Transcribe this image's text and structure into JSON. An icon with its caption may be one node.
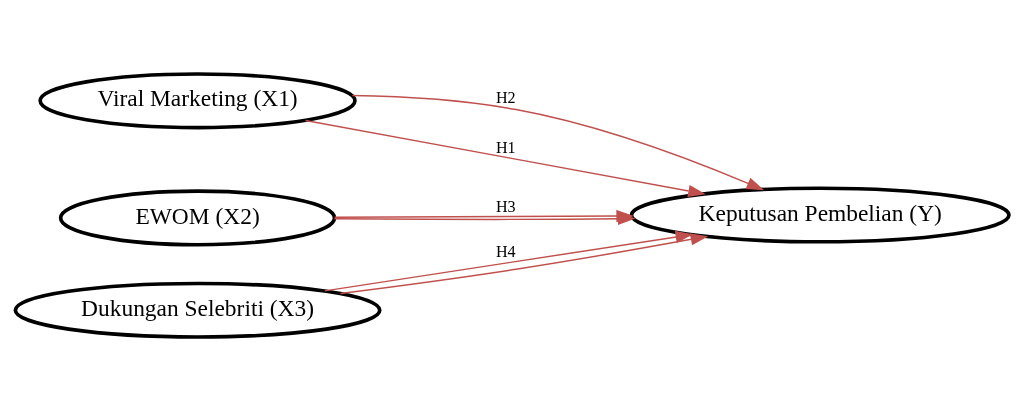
{
  "diagram": {
    "nodes": [
      {
        "text": [
          "Viral Marketing (X1)"
        ]
      },
      {
        "text": [
          "EWOM (X2)"
        ]
      },
      {
        "text": [
          "Dukungan Selebriti (X3)"
        ]
      },
      {
        "text": [
          "Keputusan Pembelian (Y)"
        ]
      }
    ],
    "edges": [
      {
        "from": 0,
        "to": 3,
        "arrow": "to",
        "label": "H2"
      },
      {
        "from": 1,
        "to": 3,
        "arrow": "to",
        "label": "H3"
      },
      {
        "from": 2,
        "to": 3,
        "arrow": "to",
        "label": "H4"
      },
      {
        "from": 0,
        "to": 3,
        "arrow": "to",
        "label": "H1"
      },
      {
        "from": 1,
        "to": 3,
        "arrow": "to"
      },
      {
        "from": 2,
        "to": 3,
        "arrow": "to"
      }
    ]
  }
}
